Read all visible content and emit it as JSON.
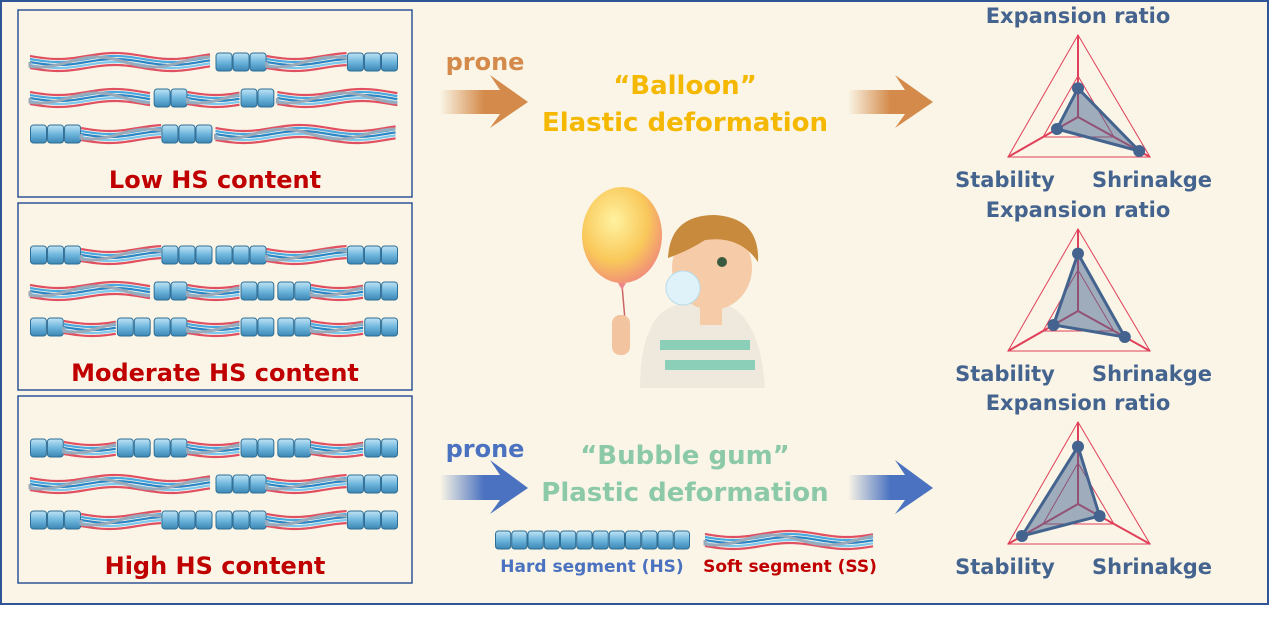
{
  "colors": {
    "background": "#faf5e6",
    "border": "#2f5597",
    "panel_title": "#c00000",
    "orange": "#d48a4a",
    "balloon_text": "#f5b800",
    "bubble_text": "#8cc9a8",
    "blue": "#4a72c0",
    "radar_label": "#44648f",
    "radar_grid": "#e0405a",
    "radar_fill": "#44648f"
  },
  "panels": [
    {
      "title": "Low HS content",
      "rows": [
        [
          "S",
          "H"
        ],
        [
          "S",
          "H",
          "S"
        ],
        [
          "H",
          "S"
        ]
      ]
    },
    {
      "title": "Moderate HS content",
      "rows": [
        [
          "H",
          "H"
        ],
        [
          "S",
          "H",
          "H"
        ],
        [
          "H",
          "H",
          "H"
        ]
      ]
    },
    {
      "title": "High HS content",
      "rows": [
        [
          "H",
          "H",
          "H"
        ],
        [
          "S",
          "H"
        ],
        [
          "H",
          "H"
        ]
      ]
    }
  ],
  "top_path": {
    "prone_label": "prone",
    "quote": "“Balloon”",
    "deformation": "Elastic deformation"
  },
  "bottom_path": {
    "prone_label": "prone",
    "quote": "“Bubble gum”",
    "deformation": "Plastic deformation"
  },
  "legend": {
    "hard": "Hard segment (HS)",
    "soft": "Soft segment (SS)"
  },
  "radar_charts": [
    {
      "axes": [
        "Expansion ratio",
        "Stability",
        "Shrinakge"
      ],
      "values": [
        0.35,
        0.3,
        0.85
      ]
    },
    {
      "axes": [
        "Expansion ratio",
        "Stability",
        "Shrinakge"
      ],
      "values": [
        0.7,
        0.35,
        0.65
      ]
    },
    {
      "axes": [
        "Expansion ratio",
        "Stability",
        "Shrinakge"
      ],
      "values": [
        0.7,
        0.8,
        0.3
      ]
    }
  ]
}
